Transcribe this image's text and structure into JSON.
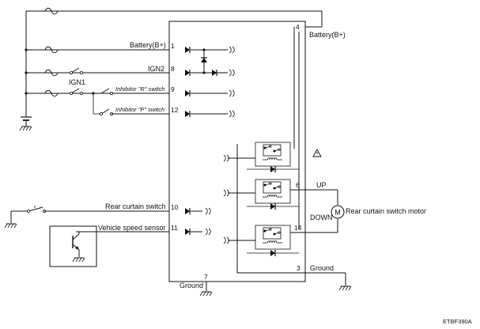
{
  "diagram": {
    "labels": {
      "battery_top": "Battery(B+)",
      "battery_right": "Battery(B+)",
      "ign2": "IGN2",
      "ign1": "IGN1",
      "inhibitor_r": "Inhibitor \"R\" switch",
      "inhibitor_p": "Inhibitor \"P\" switch",
      "rear_curtain_switch": "Rear curtain switch",
      "vehicle_speed_sensor": "Vehicle speed sensor",
      "ground_bottom": "Ground",
      "ground_right": "Ground",
      "up": "UP",
      "down": "DOWN",
      "motor_label": "Rear curtain switch motor",
      "motor_symbol": "M",
      "code": "ETBF390A"
    },
    "pins": {
      "p1": "1",
      "p8": "8",
      "p9": "9",
      "p12": "12",
      "p10": "10",
      "p11": "11",
      "p7": "7",
      "p4": "4",
      "p6": "6",
      "p14": "14",
      "p3": "3"
    }
  }
}
